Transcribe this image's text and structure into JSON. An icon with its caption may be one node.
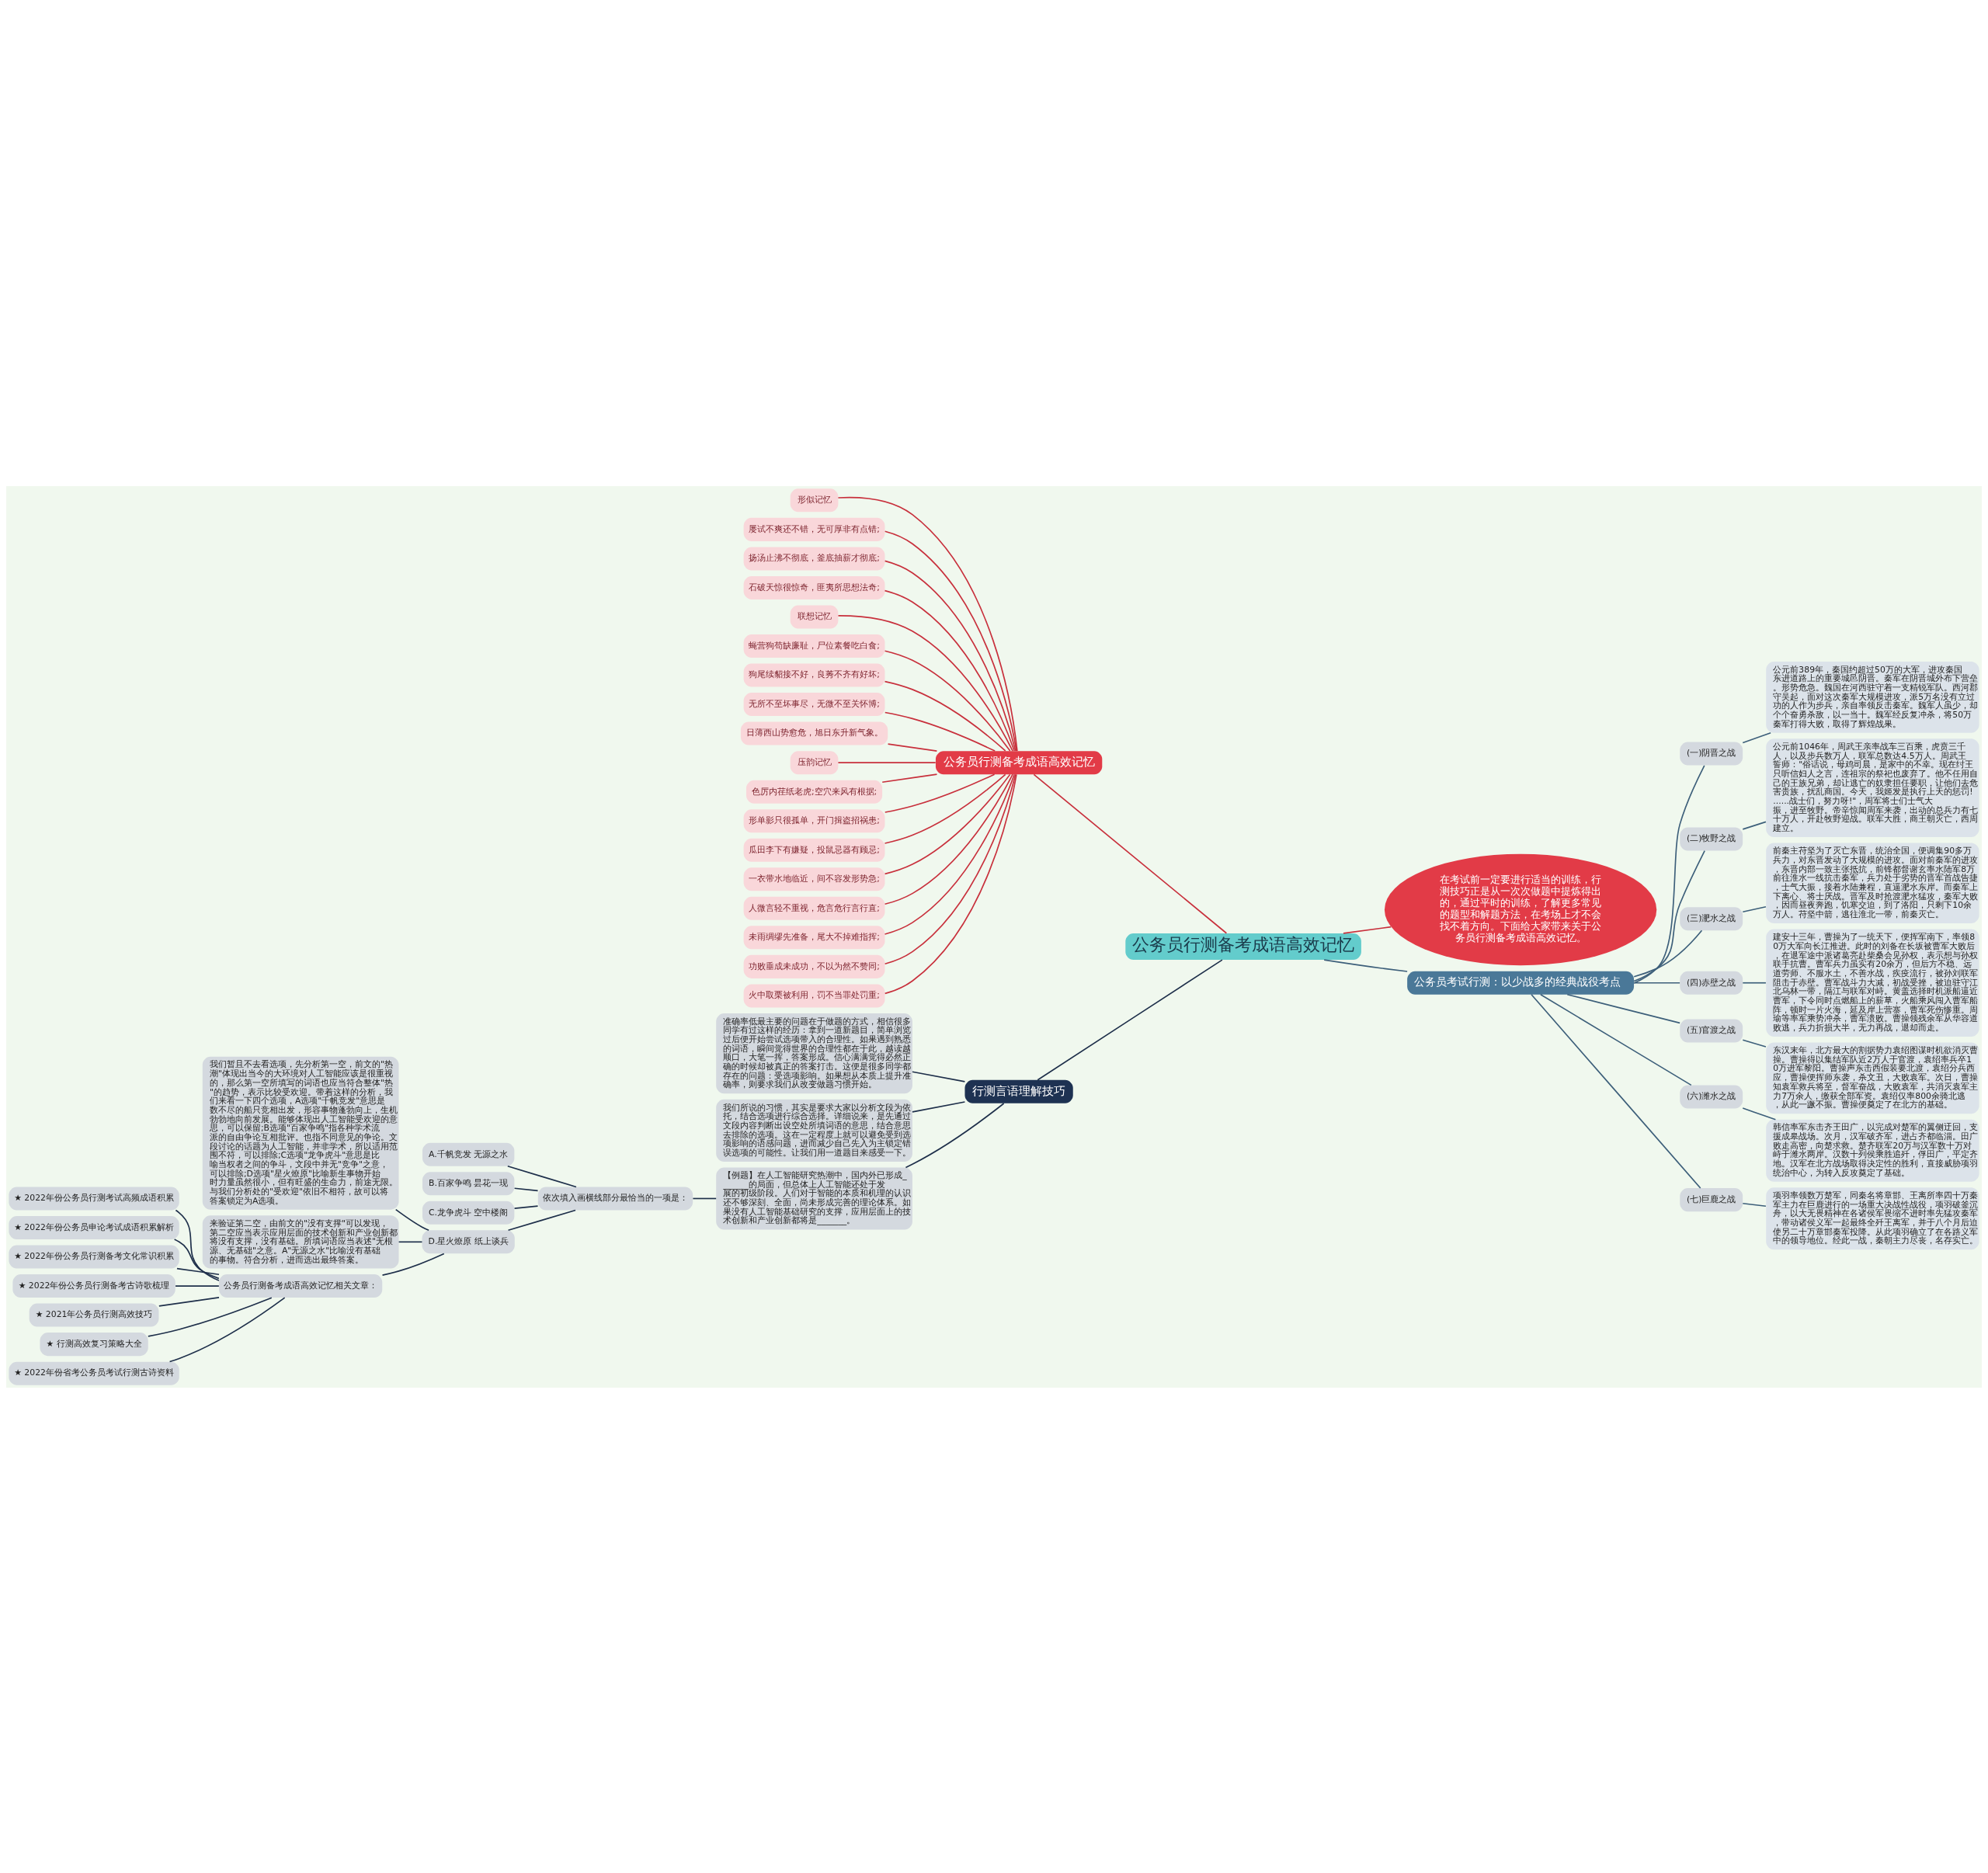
{
  "diagram": {
    "nodes": [
      {
        "text": [
          "公务员行测备考成语高效记忆"
        ]
      },
      {
        "text": [
          "公务员行测备考成语高效记忆"
        ]
      },
      {
        "text": [
          "形似记忆"
        ]
      },
      {
        "text": [
          "屡试不爽还不错，无可厚非有点错;"
        ]
      },
      {
        "text": [
          "扬汤止沸不彻底，釜底抽薪才彻底;"
        ]
      },
      {
        "text": [
          "石破天惊很惊奇，匪夷所思想法奇;"
        ]
      },
      {
        "text": [
          "联想记忆"
        ]
      },
      {
        "text": [
          "蝇营狗苟缺廉耻，尸位素餐吃白食;"
        ]
      },
      {
        "text": [
          "狗尾续貂接不好，良莠不齐有好坏;"
        ]
      },
      {
        "text": [
          "无所不至坏事尽，无微不至关怀博;"
        ]
      },
      {
        "text": [
          "日薄西山势愈危，旭日东升新气象。"
        ]
      },
      {
        "text": [
          "压韵记忆"
        ]
      },
      {
        "text": [
          "色厉内荏纸老虎;空穴来风有根据;"
        ]
      },
      {
        "text": [
          "形单影只很孤单，开门揖盗招祸患;"
        ]
      },
      {
        "text": [
          "瓜田李下有嫌疑，投鼠忌器有顾忌;"
        ]
      },
      {
        "text": [
          "一衣带水地临近，间不容发形势急;"
        ]
      },
      {
        "text": [
          "人微言轻不重视，危言危行言行直;"
        ]
      },
      {
        "text": [
          "未雨绸缪先准备，尾大不掉难指挥;"
        ]
      },
      {
        "text": [
          "功败垂成未成功，不以为然不赞同;"
        ]
      },
      {
        "text": [
          "火中取栗被利用，罚不当罪处罚重;"
        ]
      },
      {
        "text": [
          "在考试前一定要进行适当的训练，行测技巧正是从一次次做题中提炼得出的，通过平时的训练，了解更多常见的题型和解题方法，在考场上才不会找不着方向。下面给大家带来关于公务员行测备考成语高效记忆。"
        ]
      },
      {
        "text": [
          "公务员考试行测：以少战多的经典战役考点"
        ]
      },
      {
        "text": [
          "(一)阴晋之战"
        ]
      },
      {
        "text": [
          "公元前389年，秦国约超过50万的大军，进攻秦国东进道路上的重要城邑阴晋。秦军在阴晋城外布下营垒。形势危急。魏国在河西驻守着一支精锐军队。西河郡守吴起，面对这次秦军大规模进攻，派5万名没有立过功的人作为步兵，亲自率领反击秦军。魏军人虽少，却个个奋勇杀敌，以一当十。魏军经反复冲杀，将50万秦军打得大败，取得了辉煌战果。"
        ]
      },
      {
        "text": [
          "(二)牧野之战"
        ]
      },
      {
        "text": [
          "公元前1046年，周武王亲率战车三百乘，虎贲三千人，以及步兵数万人，联军总数达4.5万人。周武王誓师：\"俗话说，母鸡司晨，是家中的不幸。现在纣王只听信妇人之言，连祖宗的祭祀也废弃了。他不任用自己的王族兄弟，却让逃亡的奴隶担任要职，让他们去危害贵族，扰乱商国。今天，我姬发是执行上天的惩罚!......战士们，努力呀!\"，周军将士们士气大振，进至牧野。帝辛惊闻周军来袭，出动的总兵力有七十万人，开赴牧野迎战。联军大胜，商王朝灭亡，西周建立。"
        ]
      },
      {
        "text": [
          "(三)淝水之战"
        ]
      },
      {
        "text": [
          "前秦主苻坚为了灭亡东晋，统治全国，便调集90多万兵力，对东晋发动了大规模的进攻。面对前秦军的进攻，东晋内部一致主张抵抗，前锋都督谢玄率水陆军8万前往淮水一线抗击秦军，兵力处于劣势的晋军首战告捷，士气大振，接着水陆兼程，直逼淝水东岸。而秦军上下离心、将士厌战。晋军及时抢渡淝水猛攻，秦军大败，因而昼夜奔跑，饥寒交迫，到了洛阳，只剩下10余万人。苻坚中箭，逃往淮北一带，前秦灭亡。"
        ]
      },
      {
        "text": [
          "(四)赤壁之战"
        ]
      },
      {
        "text": [
          "建安十三年，曹操为了一统天下，便挥军南下，率领80万大军向长江推进。此时的刘备在长坂被曹军大败后，在退军途中派诸葛亮赴柴桑会见孙权，表示想与孙权联手抗曹。曹军兵力虽实有20余万，但后方不稳、远道劳师、不服水土，不善水战，疾疫流行，被孙刘联军阻击于赤壁。曹军战斗力大减，初战受挫，被迫驻守江北乌林一带，隔江与联军对峙。黄盖选择时机派船逼近曹军，下令同时点燃船上的薪草，火船乘风闯入曹军船阵，顿时一片火海，延及岸上营寨，曹军死伤惨重。周瑜等率军乘势冲杀，曹军溃败。曹操领残余军从华容道败逃，兵力折损大半，无力再战，退却而走。"
        ]
      },
      {
        "text": [
          "(五)官渡之战"
        ]
      },
      {
        "text": [
          "东汉末年，北方最大的割据势力袁绍图谋时机欲消灭曹操。曹操得以集结军队近2万人于官渡，袁绍率兵卒10万进军黎阳。曹操声东击西假装要北渡，袁绍分兵西应，曹操便挥师东袭，杀文丑，大败袁军。次日，曹操知袁军救兵将至，督军奋战，大败袁军，共消灭袁军主力7万余人，缴获全部军资。袁绍仅率800余骑北逃，从此一蹶不振。曹操便奠定了在北方的基础。"
        ]
      },
      {
        "text": [
          "(六)潍水之战"
        ]
      },
      {
        "text": [
          "韩信率军东击齐王田广，以完成对楚军的翼侧迂回，支援成皋战场。次月，汉军破齐军，进占齐都临淄。田广败走高密，向楚求救。楚齐联军20万与汉军数十万对峙于潍水两岸。汉数十列侯乘胜追歼，俘田广，平定齐地。汉军在北方战场取得决定性的胜利，直接威胁项羽统治中心，为转入反攻奠定了基础。"
        ]
      },
      {
        "text": [
          "(七)巨鹿之战"
        ]
      },
      {
        "text": [
          "项羽率领数万楚军，同秦名将章邯、王离所率四十万秦军主力在巨鹿进行的一场重大决战性战役，项羽破釜沉舟，以大无畏精神在各诸侯军畏缩不进时率先猛攻秦军，带动诸侯义军一起最终全歼王离军，并于八个月后迫使另二十万章邯秦军投降。从此项羽确立了在各路义军中的领导地位。经此一战，秦朝主力尽丧，名存实亡。"
        ]
      },
      {
        "text": [
          "行测言语理解技巧"
        ]
      },
      {
        "text": [
          "准确率低最主要的问题在于做题的方式，相信很多同学有过这样的经历：拿到一道新题目，简单浏览过后便开始尝试选项带入的合理性。如果遇到熟悉的词语，瞬间觉得世界的合理性都在于此，越读越顺口，大笔一挥，答案形成。信心满满觉得必然正确的时候却被真正的答案打击。这便是很多同学都存在的问题：受选项影响。如果想从本质上提升准确率，则要求我们从改变做题习惯开始。"
        ]
      },
      {
        "text": [
          "我们所说的习惯，其实是要求大家以分析文段为依托，结合选项进行综合选择。详细说来，是先通过文段内容判断出设空处所填词语的意思，结合意思去排除的选项。这在一定程度上就可以避免受到选项影响的语感问题，进而减少自己先入为主锁定错误选项的可能性。让我们用一道题目来感受一下。"
        ]
      },
      {
        "text": [
          "【例题】在人工智能研究热潮中，国内外已形成_______的局面，但总体上人工智能还处于发展的初级阶段。人们对于智能的本质和机理的认识还不够深刻、全面，尚未形成完善的理论体系。如果没有人工智能基础研究的支撑，应用层面上的技术创新和产业创新都将是_______。"
        ]
      },
      {
        "text": [
          "依次填入画横线部分最恰当的一项是："
        ]
      },
      {
        "text": [
          "A.千帆竞发 无源之水"
        ]
      },
      {
        "text": [
          "B.百家争鸣 昙花一现"
        ]
      },
      {
        "text": [
          "C.龙争虎斗 空中楼阁"
        ]
      },
      {
        "text": [
          "D.星火燎原 纸上谈兵"
        ]
      },
      {
        "text": [
          "我们暂且不去看选项，先分析第一空，前文的\"热潮\"体现出当今的大环境对人工智能应该是很重视的，那么第一空所填写的词语也应当符合整体\"热\"的趋势，表示比较受欢迎。带着这样的分析，我们来看一下四个选项，A选项\"千帆竞发\"意思是数不尽的船只竞相出发，形容事物蓬勃向上，生机勃勃地向前发展。能够体现出人工智能受欢迎的意思，可以保留;B选项\"百家争鸣\"指各种学术流派的自由争论互相批评。也指不同意见的争论。文段讨论的话题为人工智能，并非学术，所以适用范围不符，可以排除;C选项\"龙争虎斗\"意思是比喻当权者之间的争斗，文段中并无\"竞争\"之意，可以排除;D选项\"星火燎原\"比喻新生事物开始时力量虽然很小，但有旺盛的生命力，前途无限。与我们分析处的\"受欢迎\"依旧不相符，故可以将答案锁定为A选项。"
        ]
      },
      {
        "text": [
          "来验证第二空，由前文的\"没有支撑\"可以发现，第二空应当表示应用层面的技术创新和产业创新都将没有支撑，没有基础。所填词语应当表述\"无根源、无基础\"之意。A\"无源之水\"比喻没有基础的事物。符合分析，进而选出最终答案。"
        ]
      },
      {
        "text": [
          "公务员行测备考成语高效记忆相关文章："
        ]
      },
      {
        "text": [
          "★ 2022年份公务员行测考试高频成语积累"
        ]
      },
      {
        "text": [
          "★ 2022年份公务员申论考试成语积累解析"
        ]
      },
      {
        "text": [
          "★ 2022年份公务员行测备考文化常识积累"
        ]
      },
      {
        "text": [
          "★ 2022年份公务员行测备考古诗歌梳理"
        ]
      },
      {
        "text": [
          "★ 2021年公务员行测高效技巧"
        ]
      },
      {
        "text": [
          "★ 行测高效复习策略大全"
        ]
      },
      {
        "text": [
          "★ 2022年份省考公务员考试行测古诗资料"
        ]
      }
    ],
    "edges": [
      {
        "from": 0,
        "to": 1,
        "arrow": "none",
        "color": "#c8303c"
      },
      {
        "from": 1,
        "to": 2,
        "arrow": "none",
        "color": "#c8303c"
      },
      {
        "from": 1,
        "to": 3,
        "arrow": "none",
        "color": "#c8303c"
      },
      {
        "from": 1,
        "to": 4,
        "arrow": "none",
        "color": "#c8303c"
      },
      {
        "from": 1,
        "to": 5,
        "arrow": "none",
        "color": "#c8303c"
      },
      {
        "from": 1,
        "to": 6,
        "arrow": "none",
        "color": "#c8303c"
      },
      {
        "from": 1,
        "to": 7,
        "arrow": "none",
        "color": "#c8303c"
      },
      {
        "from": 1,
        "to": 8,
        "arrow": "none",
        "color": "#c8303c"
      },
      {
        "from": 1,
        "to": 9,
        "arrow": "none",
        "color": "#c8303c"
      },
      {
        "from": 1,
        "to": 10,
        "arrow": "none",
        "color": "#c8303c"
      },
      {
        "from": 1,
        "to": 11,
        "arrow": "none",
        "color": "#c8303c"
      },
      {
        "from": 1,
        "to": 12,
        "arrow": "none",
        "color": "#c8303c"
      },
      {
        "from": 1,
        "to": 13,
        "arrow": "none",
        "color": "#c8303c"
      },
      {
        "from": 1,
        "to": 14,
        "arrow": "none",
        "color": "#c8303c"
      },
      {
        "from": 1,
        "to": 15,
        "arrow": "none",
        "color": "#c8303c"
      },
      {
        "from": 1,
        "to": 16,
        "arrow": "none",
        "color": "#c8303c"
      },
      {
        "from": 1,
        "to": 17,
        "arrow": "none",
        "color": "#c8303c"
      },
      {
        "from": 1,
        "to": 18,
        "arrow": "none",
        "color": "#c8303c"
      },
      {
        "from": 1,
        "to": 19,
        "arrow": "none",
        "color": "#c8303c"
      },
      {
        "from": 0,
        "to": 20,
        "arrow": "none",
        "color": "#c8303c"
      },
      {
        "from": 0,
        "to": 21,
        "arrow": "none",
        "color": "#3d5f7a"
      },
      {
        "from": 21,
        "to": 22,
        "arrow": "none",
        "color": "#3d5f7a"
      },
      {
        "from": 22,
        "to": 23,
        "arrow": "none",
        "color": "#3d5f7a"
      },
      {
        "from": 21,
        "to": 24,
        "arrow": "none",
        "color": "#3d5f7a"
      },
      {
        "from": 24,
        "to": 25,
        "arrow": "none",
        "color": "#3d5f7a"
      },
      {
        "from": 21,
        "to": 26,
        "arrow": "none",
        "color": "#3d5f7a"
      },
      {
        "from": 26,
        "to": 27,
        "arrow": "none",
        "color": "#3d5f7a"
      },
      {
        "from": 21,
        "to": 28,
        "arrow": "none",
        "color": "#3d5f7a"
      },
      {
        "from": 28,
        "to": 29,
        "arrow": "none",
        "color": "#3d5f7a"
      },
      {
        "from": 21,
        "to": 30,
        "arrow": "none",
        "color": "#3d5f7a"
      },
      {
        "from": 30,
        "to": 31,
        "arrow": "none",
        "color": "#3d5f7a"
      },
      {
        "from": 21,
        "to": 32,
        "arrow": "none",
        "color": "#3d5f7a"
      },
      {
        "from": 32,
        "to": 33,
        "arrow": "none",
        "color": "#3d5f7a"
      },
      {
        "from": 21,
        "to": 34,
        "arrow": "none",
        "color": "#3d5f7a"
      },
      {
        "from": 34,
        "to": 35,
        "arrow": "none",
        "color": "#3d5f7a"
      },
      {
        "from": 0,
        "to": 36,
        "arrow": "none",
        "color": "#1e2f4a"
      },
      {
        "from": 36,
        "to": 37,
        "arrow": "none",
        "color": "#1e2f4a"
      },
      {
        "from": 36,
        "to": 38,
        "arrow": "none",
        "color": "#1e2f4a"
      },
      {
        "from": 36,
        "to": 39,
        "arrow": "none",
        "color": "#1e2f4a"
      },
      {
        "from": 39,
        "to": 40,
        "arrow": "none",
        "color": "#1e2f4a"
      },
      {
        "from": 40,
        "to": 41,
        "arrow": "none",
        "color": "#1e2f4a"
      },
      {
        "from": 40,
        "to": 42,
        "arrow": "none",
        "color": "#1e2f4a"
      },
      {
        "from": 40,
        "to": 43,
        "arrow": "none",
        "color": "#1e2f4a"
      },
      {
        "from": 40,
        "to": 44,
        "arrow": "none",
        "color": "#1e2f4a"
      },
      {
        "from": 44,
        "to": 45,
        "arrow": "none",
        "color": "#1e2f4a"
      },
      {
        "from": 44,
        "to": 46,
        "arrow": "none",
        "color": "#1e2f4a"
      },
      {
        "from": 44,
        "to": 47,
        "arrow": "none",
        "color": "#1e2f4a"
      },
      {
        "from": 47,
        "to": 48,
        "arrow": "none",
        "color": "#1e2f4a"
      },
      {
        "from": 47,
        "to": 49,
        "arrow": "none",
        "color": "#1e2f4a"
      },
      {
        "from": 47,
        "to": 50,
        "arrow": "none",
        "color": "#1e2f4a"
      },
      {
        "from": 47,
        "to": 51,
        "arrow": "none",
        "color": "#1e2f4a"
      },
      {
        "from": 47,
        "to": 52,
        "arrow": "none",
        "color": "#1e2f4a"
      },
      {
        "from": 47,
        "to": 53,
        "arrow": "none",
        "color": "#1e2f4a"
      },
      {
        "from": 47,
        "to": 54,
        "arrow": "none",
        "color": "#1e2f4a"
      }
    ]
  }
}
